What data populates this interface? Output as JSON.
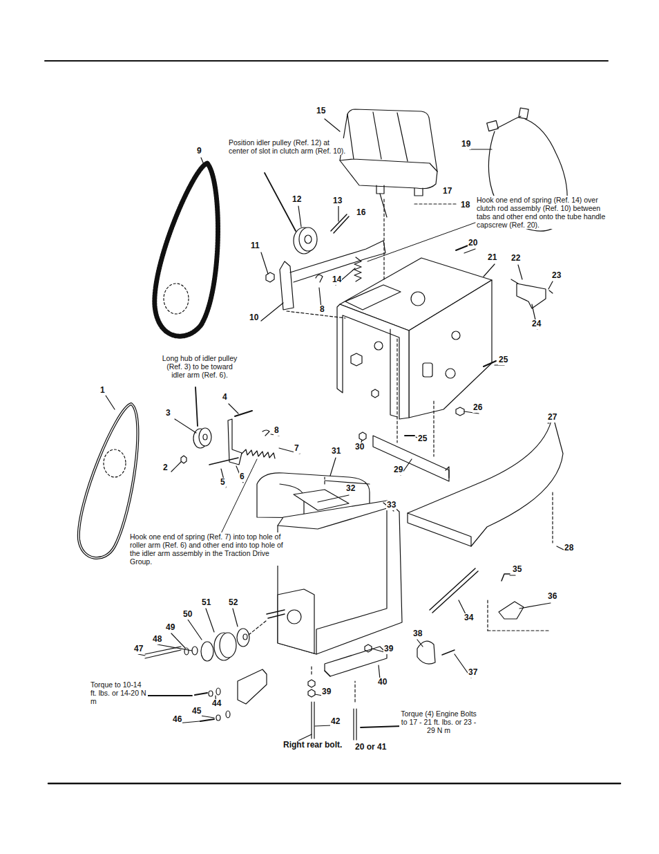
{
  "diagram": {
    "labels": [
      "15",
      "19",
      "9",
      "Position idler pulley (Ref. 12) at center of slot in clutch arm (Ref. 10).",
      "17",
      "18",
      "Hook one end of spring (Ref. 14) over clutch rod assembly (Ref. 10) between tabs and other end onto the tube handle capscrew (Ref. 20).",
      "12",
      "13",
      "16",
      "20",
      "21",
      "11",
      "22",
      "23",
      "14",
      "8",
      "10",
      "24",
      "Long hub of idler pulley (Ref. 3) to be toward idler arm (Ref. 6).",
      "25",
      "1",
      "4",
      "3",
      "26",
      "27",
      "8",
      "7",
      "30",
      "25",
      "2",
      "6",
      "5",
      "31",
      "29",
      "32",
      "33",
      "Hook one end of spring (Ref. 7) into top hole of roller arm (Ref. 6) and other end into top hole of the idler arm assembly in the Traction Drive Group.",
      "28",
      "35",
      "51",
      "52",
      "36",
      "50",
      "34",
      "49",
      "38",
      "48",
      "39",
      "47",
      "37",
      "40",
      "Torque to 10-14 ft. lbs. or 14-20 N m",
      "44",
      "39",
      "45",
      "46",
      "42",
      "Torque (4) Engine Bolts to 17 - 21 ft. lbs. or 23 - 29 N m",
      "Right rear bolt.",
      "20 or 41"
    ]
  }
}
